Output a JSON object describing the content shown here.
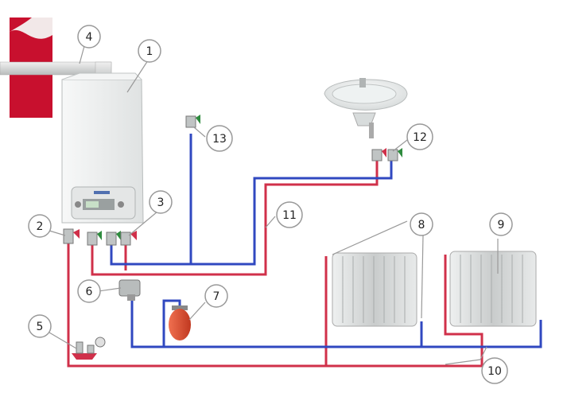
{
  "callouts": [
    {
      "id": "1",
      "text": "1"
    },
    {
      "id": "2",
      "text": "2"
    },
    {
      "id": "3",
      "text": "3"
    },
    {
      "id": "4",
      "text": "4"
    },
    {
      "id": "5",
      "text": "5"
    },
    {
      "id": "6",
      "text": "6"
    },
    {
      "id": "7",
      "text": "7"
    },
    {
      "id": "8",
      "text": "8"
    },
    {
      "id": "9",
      "text": "9"
    },
    {
      "id": "10",
      "text": "10"
    },
    {
      "id": "11",
      "text": "11"
    },
    {
      "id": "12",
      "text": "12"
    },
    {
      "id": "13",
      "text": "13"
    }
  ],
  "colors": {
    "hot_pipe": "#d0304a",
    "cold_pipe": "#3048c0",
    "wall": "#c8102e",
    "boiler_body": "#eceeed",
    "radiator": "#d6d8d8",
    "expansion_tank": "#e05030"
  }
}
